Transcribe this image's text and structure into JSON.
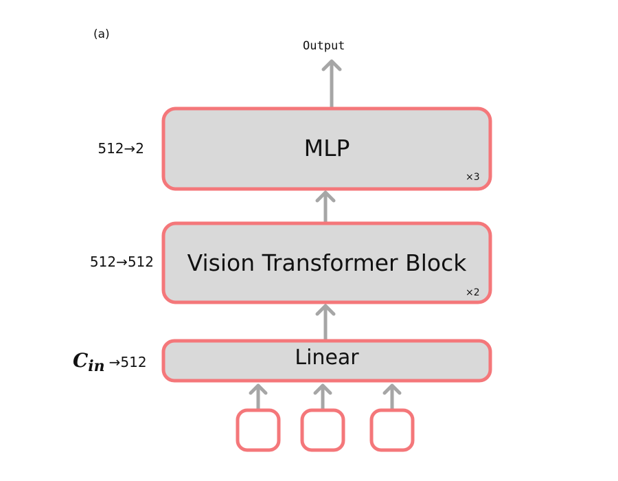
{
  "panel_label": "(a)",
  "output_label": "Output",
  "blocks": {
    "mlp": {
      "title": "MLP",
      "repeat": "×3",
      "dims": "512→2"
    },
    "vit": {
      "title": "Vision Transformer Block",
      "repeat": "×2",
      "dims": "512→512"
    },
    "linear": {
      "title": "Linear",
      "dims_symbol": "C",
      "dims_sub": "in",
      "dims_rest": "→512"
    }
  },
  "input_token_count": 3,
  "colors": {
    "block_fill": "#d9d9d9",
    "block_border": "#f4777a",
    "arrow": "#a6a6a6",
    "token_border": "#f4777a",
    "token_fill": "#ffffff"
  }
}
